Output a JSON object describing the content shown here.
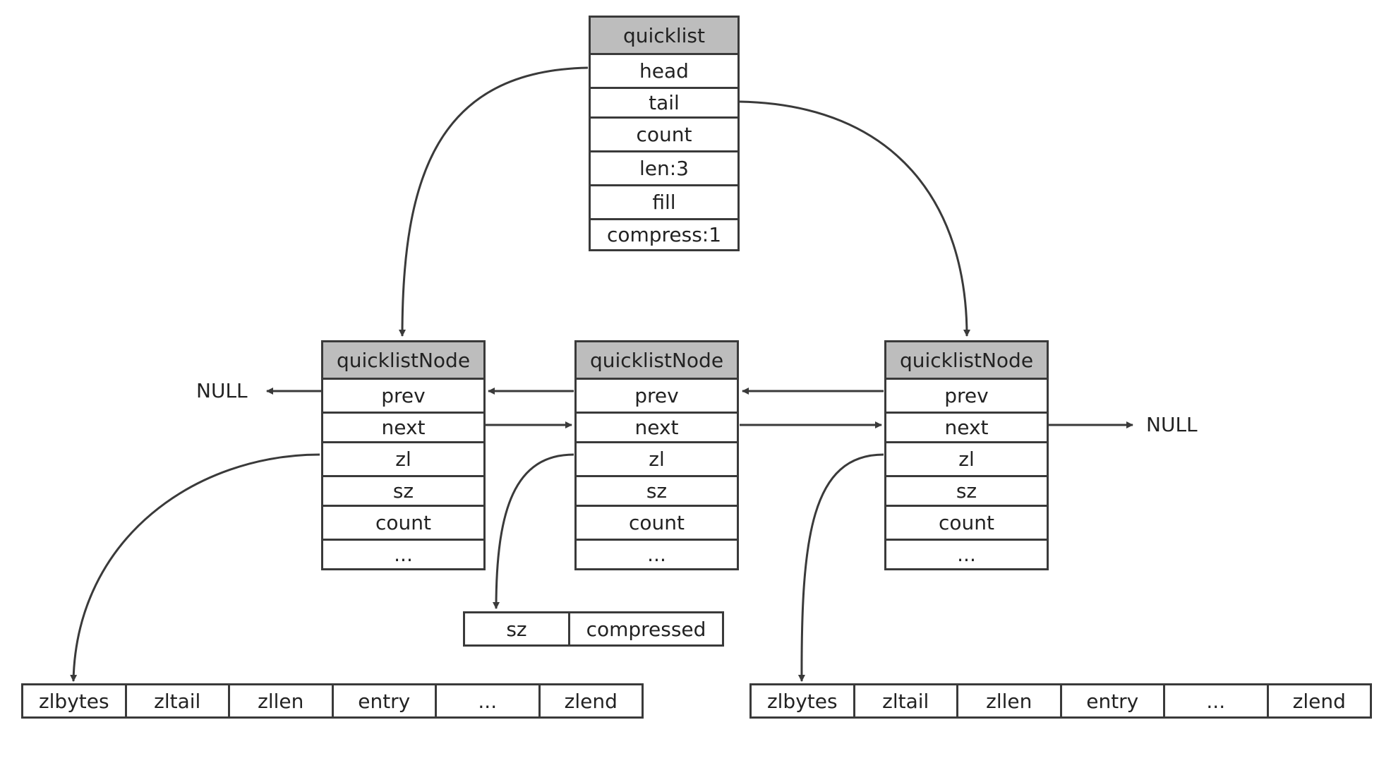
{
  "quicklist": {
    "title": "quicklist",
    "fields": [
      "head",
      "tail",
      "count",
      "len:3",
      "fill",
      "compress:1"
    ]
  },
  "nodes": [
    {
      "title": "quicklistNode",
      "fields": [
        "prev",
        "next",
        "zl",
        "sz",
        "count",
        "..."
      ]
    },
    {
      "title": "quicklistNode",
      "fields": [
        "prev",
        "next",
        "zl",
        "sz",
        "count",
        "..."
      ]
    },
    {
      "title": "quicklistNode",
      "fields": [
        "prev",
        "next",
        "zl",
        "sz",
        "count",
        "..."
      ]
    }
  ],
  "null_labels": {
    "left": "NULL",
    "right": "NULL"
  },
  "compressed_block": [
    "sz",
    "compressed"
  ],
  "ziplists": [
    [
      "zlbytes",
      "zltail",
      "zllen",
      "entry",
      "...",
      "zlend"
    ],
    [
      "zlbytes",
      "zltail",
      "zllen",
      "entry",
      "...",
      "zlend"
    ]
  ],
  "colors": {
    "header_fill": "#bdbdbd",
    "line": "#3a3a3a"
  }
}
